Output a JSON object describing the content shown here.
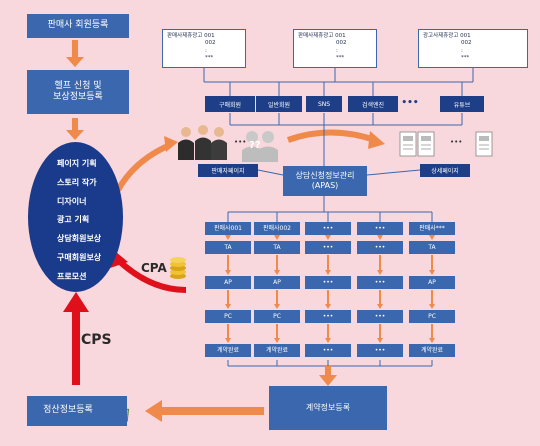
{
  "left_flow": {
    "step1": "판매사 회원등록",
    "step2_line1": "헬프 신청 및",
    "step2_line2": "보상정보등록",
    "oval_items": [
      "페이지 기획",
      "스토리 작가",
      "디자이너",
      "광고 기획",
      "상담회원보상",
      "구매회원보상",
      "프로모션"
    ],
    "bottom": "정산정보등록"
  },
  "ads": [
    {
      "title": "판매사제휴광고 001",
      "codes": [
        "002",
        ":",
        "***"
      ]
    },
    {
      "title": "판매사제휴광고 001",
      "codes": [
        "002",
        ":",
        "***"
      ]
    },
    {
      "title": "광고사제휴광고 001",
      "codes": [
        "002",
        ":",
        "***"
      ]
    }
  ],
  "channels": [
    "구매회원",
    "일반회원",
    "SNS",
    "검색엔진",
    "•••",
    "유튜브"
  ],
  "people": {
    "unknown": "??",
    "ellipsis": "•••",
    "label": "판매자페이지"
  },
  "docs": {
    "ellipsis": "•••",
    "label": "상세페이지"
  },
  "center": {
    "line1": "상담신청정보관리",
    "line2": "(APAS)"
  },
  "grid": {
    "columns": [
      "판매사001",
      "판매사002",
      "•••",
      "•••",
      "판매사***"
    ],
    "rows": [
      [
        "TA",
        "TA",
        "•••",
        "•••",
        "TA"
      ],
      [
        "AP",
        "AP",
        "•••",
        "•••",
        "AP"
      ],
      [
        "PC",
        "PC",
        "•••",
        "•••",
        "PC"
      ],
      [
        "계약완료",
        "계약완료",
        "•••",
        "•••",
        "계약완료"
      ]
    ]
  },
  "contract": "계약정보등록",
  "labels": {
    "cpa": "CPA",
    "cps": "CPS"
  },
  "colors": {
    "background": "#f8d7dd",
    "box": "#3a67ad",
    "dark": "#1e3f87",
    "orange": "#f08a4b",
    "red": "#e0101a"
  }
}
